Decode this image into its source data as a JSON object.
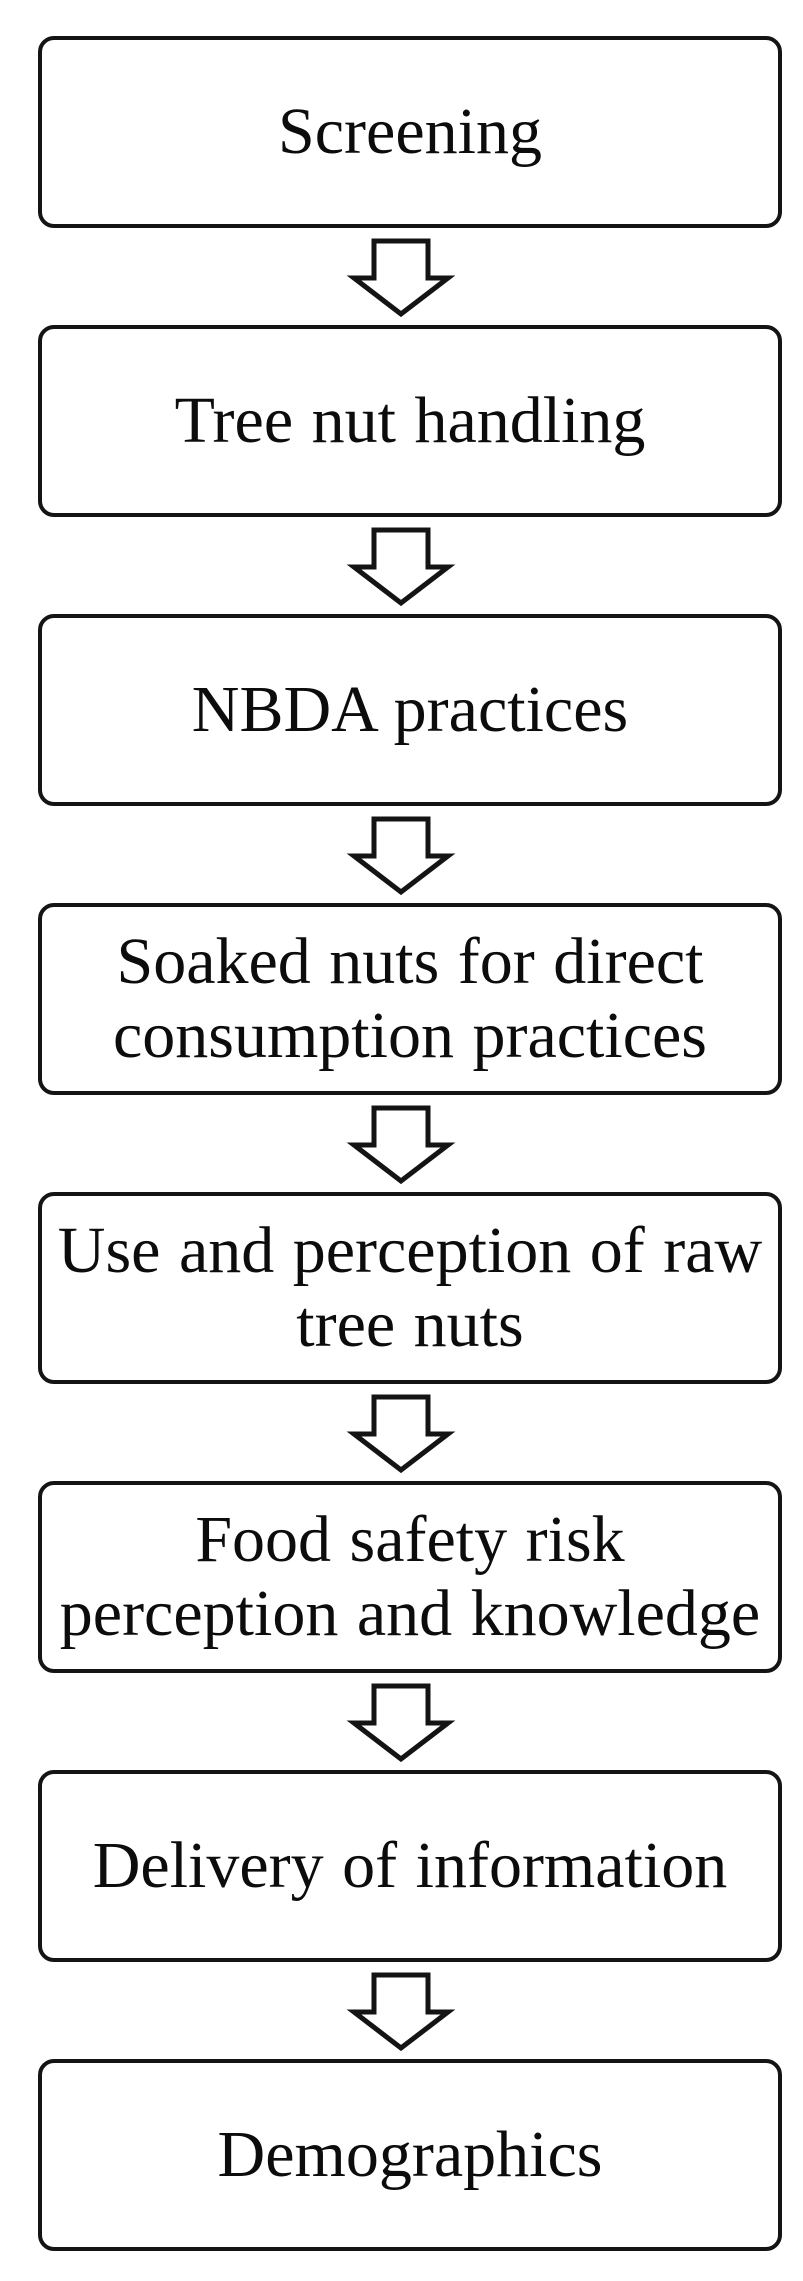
{
  "flowchart": {
    "steps": [
      {
        "label": "Screening"
      },
      {
        "label": "Tree nut handling"
      },
      {
        "label": "NBDA practices"
      },
      {
        "label": "Soaked nuts for direct\nconsumption practices"
      },
      {
        "label": "Use and perception of raw\ntree nuts"
      },
      {
        "label": "Food safety risk\nperception and knowledge"
      },
      {
        "label": "Delivery of information"
      },
      {
        "label": "Demographics"
      }
    ],
    "colors": {
      "border": "#141414",
      "text": "#0c0c0c",
      "background": "#ffffff",
      "box_fill": "#ffffff",
      "arrow_fill": "#ffffff",
      "arrow_outline": "#141414"
    }
  }
}
